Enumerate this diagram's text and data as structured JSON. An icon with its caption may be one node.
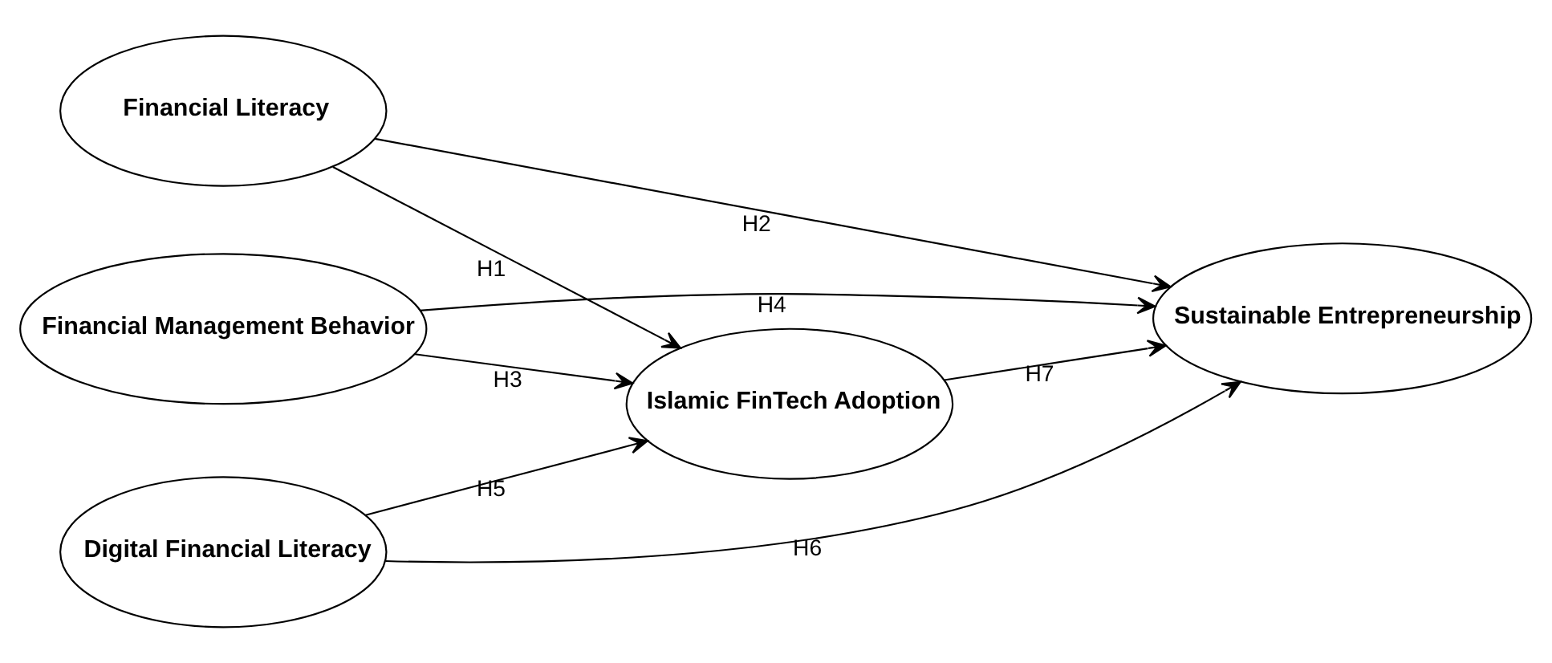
{
  "diagram": {
    "nodes": [
      {
        "text": [
          "Financial Literacy"
        ]
      },
      {
        "text": [
          "Financial Management Behavior"
        ]
      },
      {
        "text": [
          "Digital Financial Literacy"
        ]
      },
      {
        "text": [
          "Islamic FinTech Adoption"
        ]
      },
      {
        "text": [
          "Sustainable Entrepreneurship"
        ]
      }
    ],
    "edges": [
      {
        "from": 0,
        "to": 3,
        "arrow": "to",
        "label": "H1"
      },
      {
        "from": 0,
        "to": 4,
        "arrow": "to",
        "label": "H2"
      },
      {
        "from": 1,
        "to": 3,
        "arrow": "to",
        "label": "H3"
      },
      {
        "from": 1,
        "to": 4,
        "arrow": "to",
        "label": "H4"
      },
      {
        "from": 2,
        "to": 3,
        "arrow": "to",
        "label": "H5"
      },
      {
        "from": 2,
        "to": 4,
        "arrow": "to",
        "label": "H6"
      },
      {
        "from": 3,
        "to": 4,
        "arrow": "to",
        "label": "H7"
      }
    ]
  }
}
